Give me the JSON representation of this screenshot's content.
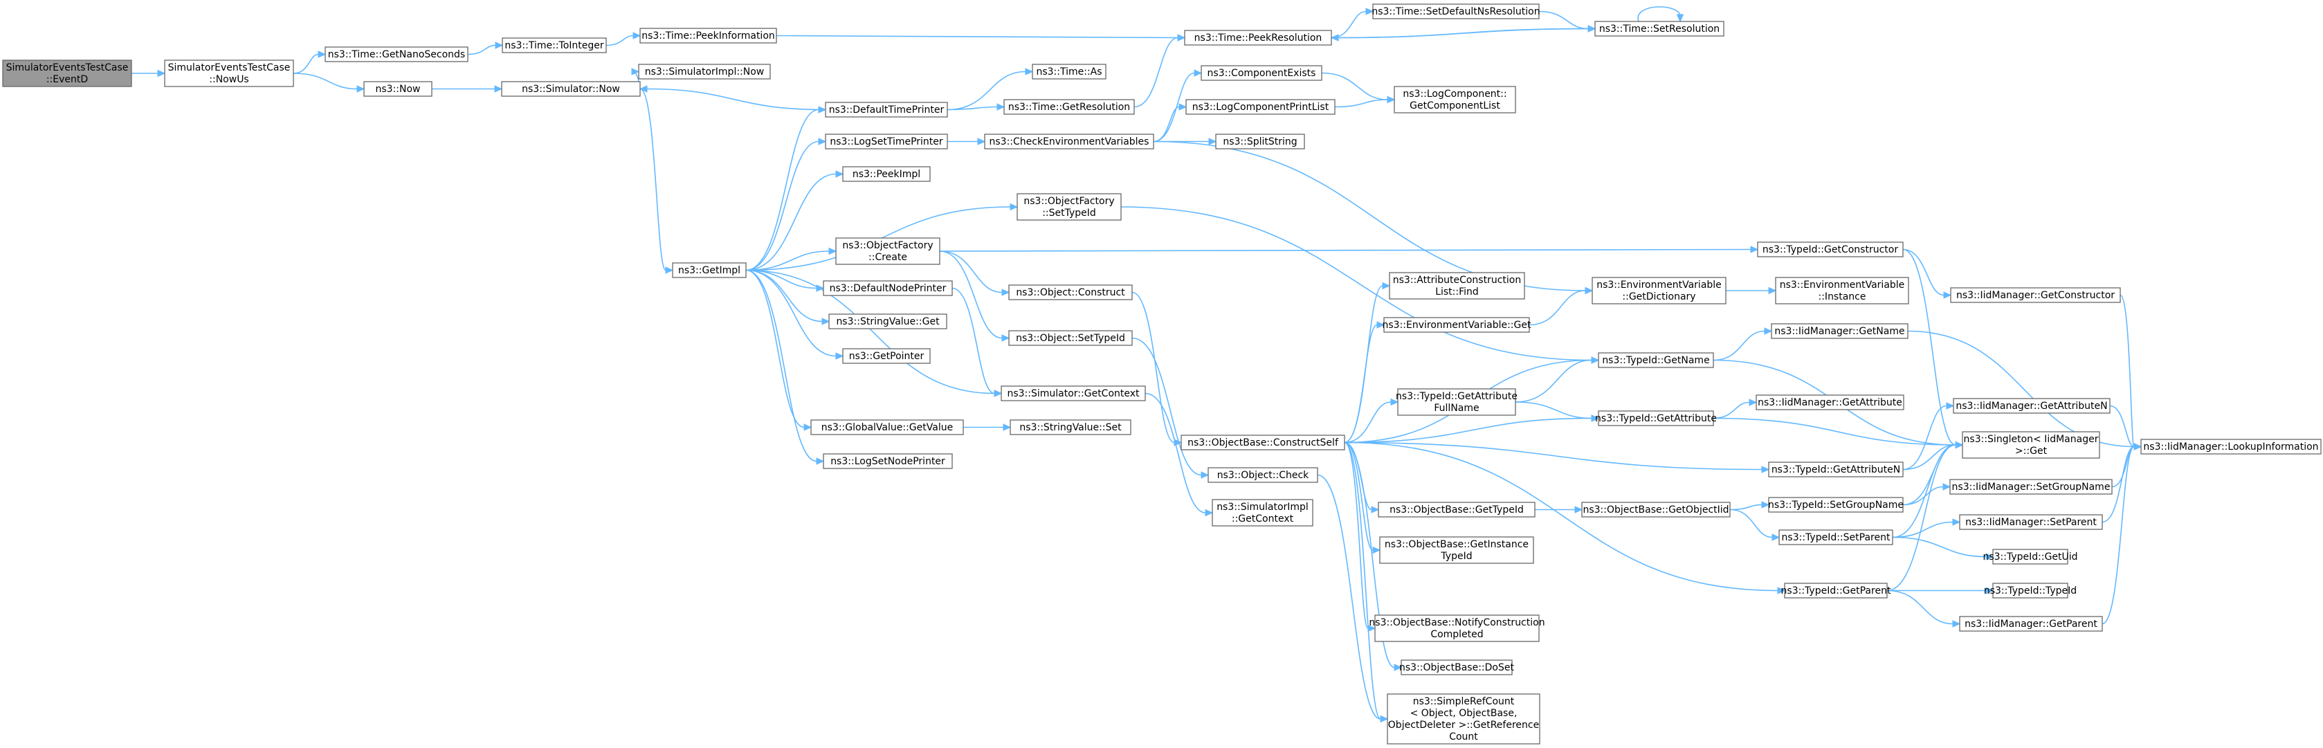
{
  "colors": {
    "edge": "#63b8ff",
    "root_fill": "#999999",
    "node_fill": "#ffffff",
    "node_border": "#666666"
  },
  "nodes": [
    {
      "id": "n1",
      "lines": [
        "SimulatorEventsTestCase",
        "::EventD"
      ]
    },
    {
      "id": "n2",
      "lines": [
        "SimulatorEventsTestCase",
        "::NowUs"
      ]
    },
    {
      "id": "n3",
      "lines": [
        "ns3::Time::GetNanoSeconds"
      ]
    },
    {
      "id": "n4",
      "lines": [
        "ns3::Now"
      ]
    },
    {
      "id": "n5",
      "lines": [
        "ns3::Time::ToInteger"
      ]
    },
    {
      "id": "n6",
      "lines": [
        "ns3::Time::PeekInformation"
      ]
    },
    {
      "id": "n7",
      "lines": [
        "ns3::Time::PeekResolution"
      ]
    },
    {
      "id": "n8",
      "lines": [
        "ns3::Time::SetDefaultNsResolution"
      ]
    },
    {
      "id": "n9",
      "lines": [
        "ns3::Time::SetResolution"
      ]
    },
    {
      "id": "n10",
      "lines": [
        "ns3::SimulatorImpl::Now"
      ]
    },
    {
      "id": "n11",
      "lines": [
        "ns3::Simulator::Now"
      ]
    },
    {
      "id": "n12",
      "lines": [
        "ns3::GetImpl"
      ]
    },
    {
      "id": "n13",
      "lines": [
        "ns3::DefaultTimePrinter"
      ]
    },
    {
      "id": "n14",
      "lines": [
        "ns3::Time::As"
      ]
    },
    {
      "id": "n15",
      "lines": [
        "ns3::Time::GetResolution"
      ]
    },
    {
      "id": "n16",
      "lines": [
        "ns3::LogSetTimePrinter"
      ]
    },
    {
      "id": "n17",
      "lines": [
        "ns3::CheckEnvironmentVariables"
      ]
    },
    {
      "id": "n18",
      "lines": [
        "ns3::ComponentExists"
      ]
    },
    {
      "id": "n19",
      "lines": [
        "ns3::LogComponentPrintList"
      ]
    },
    {
      "id": "n20",
      "lines": [
        "ns3::SplitString"
      ]
    },
    {
      "id": "n21",
      "lines": [
        "ns3::LogComponent::",
        "GetComponentList"
      ]
    },
    {
      "id": "n22",
      "lines": [
        "ns3::PeekImpl"
      ]
    },
    {
      "id": "n23",
      "lines": [
        "ns3::ObjectFactory",
        "::SetTypeId"
      ]
    },
    {
      "id": "n24",
      "lines": [
        "ns3::ObjectFactory",
        "::Create"
      ]
    },
    {
      "id": "n25",
      "lines": [
        "ns3::DefaultNodePrinter"
      ]
    },
    {
      "id": "n26",
      "lines": [
        "ns3::StringValue::Get"
      ]
    },
    {
      "id": "n27",
      "lines": [
        "ns3::GetPointer"
      ]
    },
    {
      "id": "n28",
      "lines": [
        "ns3::GlobalValue::GetValue"
      ]
    },
    {
      "id": "n29",
      "lines": [
        "ns3::LogSetNodePrinter"
      ]
    },
    {
      "id": "n30",
      "lines": [
        "ns3::Object::Construct"
      ]
    },
    {
      "id": "n31",
      "lines": [
        "ns3::Object::SetTypeId"
      ]
    },
    {
      "id": "n32",
      "lines": [
        "ns3::Simulator::GetContext"
      ]
    },
    {
      "id": "n33",
      "lines": [
        "ns3::StringValue::Set"
      ]
    },
    {
      "id": "n34",
      "lines": [
        "ns3::ObjectBase::ConstructSelf"
      ]
    },
    {
      "id": "n35",
      "lines": [
        "ns3::Object::Check"
      ]
    },
    {
      "id": "n36",
      "lines": [
        "ns3::SimulatorImpl",
        "::GetContext"
      ]
    },
    {
      "id": "n37",
      "lines": [
        "ns3::AttributeConstruction",
        "List::Find"
      ]
    },
    {
      "id": "n38",
      "lines": [
        "ns3::EnvironmentVariable::Get"
      ]
    },
    {
      "id": "n39",
      "lines": [
        "ns3::TypeId::GetAttribute",
        "FullName"
      ]
    },
    {
      "id": "n40",
      "lines": [
        "ns3::ObjectBase::GetTypeId"
      ]
    },
    {
      "id": "n41",
      "lines": [
        "ns3::ObjectBase::GetInstance",
        "TypeId"
      ]
    },
    {
      "id": "n42",
      "lines": [
        "ns3::ObjectBase::NotifyConstruction",
        "Completed"
      ]
    },
    {
      "id": "n43",
      "lines": [
        "ns3::ObjectBase::DoSet"
      ]
    },
    {
      "id": "n44",
      "lines": [
        "ns3::SimpleRefCount",
        "< Object, ObjectBase,",
        "ObjectDeleter >::GetReference",
        "Count"
      ]
    },
    {
      "id": "n45",
      "lines": [
        "ns3::EnvironmentVariable",
        "::GetDictionary"
      ]
    },
    {
      "id": "n46",
      "lines": [
        "ns3::TypeId::GetName"
      ]
    },
    {
      "id": "n47",
      "lines": [
        "ns3::TypeId::GetAttribute"
      ]
    },
    {
      "id": "n48",
      "lines": [
        "ns3::ObjectBase::GetObjectIid"
      ]
    },
    {
      "id": "n49",
      "lines": [
        "ns3::TypeId::GetConstructor"
      ]
    },
    {
      "id": "n50",
      "lines": [
        "ns3::EnvironmentVariable",
        "::Instance"
      ]
    },
    {
      "id": "n51",
      "lines": [
        "ns3::IidManager::GetName"
      ]
    },
    {
      "id": "n52",
      "lines": [
        "ns3::IidManager::GetAttribute"
      ]
    },
    {
      "id": "n53",
      "lines": [
        "ns3::TypeId::GetAttributeN"
      ]
    },
    {
      "id": "n54",
      "lines": [
        "ns3::TypeId::SetGroupName"
      ]
    },
    {
      "id": "n55",
      "lines": [
        "ns3::TypeId::SetParent"
      ]
    },
    {
      "id": "n56",
      "lines": [
        "ns3::TypeId::GetParent"
      ]
    },
    {
      "id": "n57",
      "lines": [
        "ns3::IidManager::GetConstructor"
      ]
    },
    {
      "id": "n58",
      "lines": [
        "ns3::IidManager::GetAttributeN"
      ]
    },
    {
      "id": "n59",
      "lines": [
        "ns3::Singleton< IidManager",
        ">::Get"
      ]
    },
    {
      "id": "n60",
      "lines": [
        "ns3::IidManager::SetGroupName"
      ]
    },
    {
      "id": "n61",
      "lines": [
        "ns3::IidManager::SetParent"
      ]
    },
    {
      "id": "n62",
      "lines": [
        "ns3::TypeId::GetUid"
      ]
    },
    {
      "id": "n63",
      "lines": [
        "ns3::TypeId::TypeId"
      ]
    },
    {
      "id": "n64",
      "lines": [
        "ns3::IidManager::GetParent"
      ]
    },
    {
      "id": "n65",
      "lines": [
        "ns3::IidManager::LookupInformation"
      ]
    }
  ],
  "edges": [
    [
      "n1",
      "n2"
    ],
    [
      "n2",
      "n3"
    ],
    [
      "n2",
      "n4"
    ],
    [
      "n3",
      "n5"
    ],
    [
      "n5",
      "n6"
    ],
    [
      "n6",
      "n7"
    ],
    [
      "n7",
      "n8"
    ],
    [
      "n8",
      "n9"
    ],
    [
      "n7",
      "n9"
    ],
    [
      "n9",
      "n7"
    ],
    [
      "n9",
      "n9"
    ],
    [
      "n4",
      "n11"
    ],
    [
      "n11",
      "n10"
    ],
    [
      "n11",
      "n12"
    ],
    [
      "n12",
      "n13"
    ],
    [
      "n12",
      "n16"
    ],
    [
      "n12",
      "n22"
    ],
    [
      "n12",
      "n23"
    ],
    [
      "n12",
      "n24"
    ],
    [
      "n12",
      "n25"
    ],
    [
      "n12",
      "n26"
    ],
    [
      "n12",
      "n27"
    ],
    [
      "n12",
      "n32"
    ],
    [
      "n12",
      "n28"
    ],
    [
      "n12",
      "n29"
    ],
    [
      "n13",
      "n11"
    ],
    [
      "n13",
      "n14"
    ],
    [
      "n13",
      "n15"
    ],
    [
      "n15",
      "n7"
    ],
    [
      "n16",
      "n17"
    ],
    [
      "n17",
      "n18"
    ],
    [
      "n17",
      "n19"
    ],
    [
      "n17",
      "n20"
    ],
    [
      "n17",
      "n45"
    ],
    [
      "n18",
      "n21"
    ],
    [
      "n19",
      "n21"
    ],
    [
      "n23",
      "n46"
    ],
    [
      "n24",
      "n49"
    ],
    [
      "n24",
      "n30"
    ],
    [
      "n24",
      "n31"
    ],
    [
      "n25",
      "n32"
    ],
    [
      "n28",
      "n33"
    ],
    [
      "n30",
      "n34"
    ],
    [
      "n31",
      "n35"
    ],
    [
      "n32",
      "n36"
    ],
    [
      "n34",
      "n37"
    ],
    [
      "n34",
      "n38"
    ],
    [
      "n34",
      "n46"
    ],
    [
      "n34",
      "n39"
    ],
    [
      "n34",
      "n47"
    ],
    [
      "n34",
      "n53"
    ],
    [
      "n34",
      "n40"
    ],
    [
      "n34",
      "n41"
    ],
    [
      "n34",
      "n56"
    ],
    [
      "n34",
      "n42"
    ],
    [
      "n34",
      "n43"
    ],
    [
      "n34",
      "n44"
    ],
    [
      "n35",
      "n44"
    ],
    [
      "n38",
      "n45"
    ],
    [
      "n39",
      "n46"
    ],
    [
      "n39",
      "n47"
    ],
    [
      "n40",
      "n48"
    ],
    [
      "n45",
      "n50"
    ],
    [
      "n46",
      "n51"
    ],
    [
      "n46",
      "n59"
    ],
    [
      "n47",
      "n52"
    ],
    [
      "n47",
      "n59"
    ],
    [
      "n48",
      "n54"
    ],
    [
      "n48",
      "n55"
    ],
    [
      "n49",
      "n57"
    ],
    [
      "n49",
      "n59"
    ],
    [
      "n51",
      "n65"
    ],
    [
      "n53",
      "n58"
    ],
    [
      "n53",
      "n59"
    ],
    [
      "n54",
      "n60"
    ],
    [
      "n54",
      "n59"
    ],
    [
      "n55",
      "n61"
    ],
    [
      "n55",
      "n62"
    ],
    [
      "n55",
      "n59"
    ],
    [
      "n56",
      "n63"
    ],
    [
      "n56",
      "n64"
    ],
    [
      "n56",
      "n59"
    ],
    [
      "n57",
      "n65"
    ],
    [
      "n58",
      "n65"
    ],
    [
      "n60",
      "n65"
    ],
    [
      "n61",
      "n65"
    ],
    [
      "n64",
      "n65"
    ]
  ]
}
